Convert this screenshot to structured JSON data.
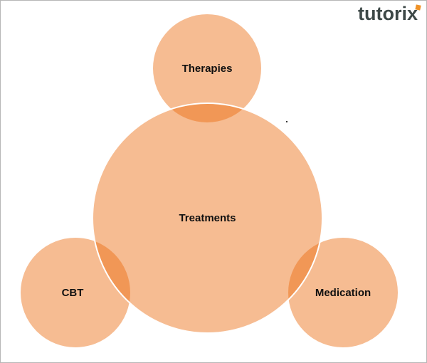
{
  "page": {
    "background_color": "#ffffff",
    "border_color": "#b7b7b7"
  },
  "logo": {
    "text": "tutorix",
    "text_color": "#3d4847",
    "accent_color": "#ef9227"
  },
  "diagram": {
    "type": "venn-diagram",
    "circle_fill": "#EB6A0D",
    "circle_opacity": 0.45,
    "center_circle": {
      "label": "Treatments",
      "position": "center"
    },
    "satellite_circles": [
      {
        "label": "Therapies",
        "position": "top"
      },
      {
        "label": "CBT",
        "position": "bottom-left"
      },
      {
        "label": "Medication",
        "position": "bottom-right"
      }
    ],
    "stray_dot": "."
  }
}
